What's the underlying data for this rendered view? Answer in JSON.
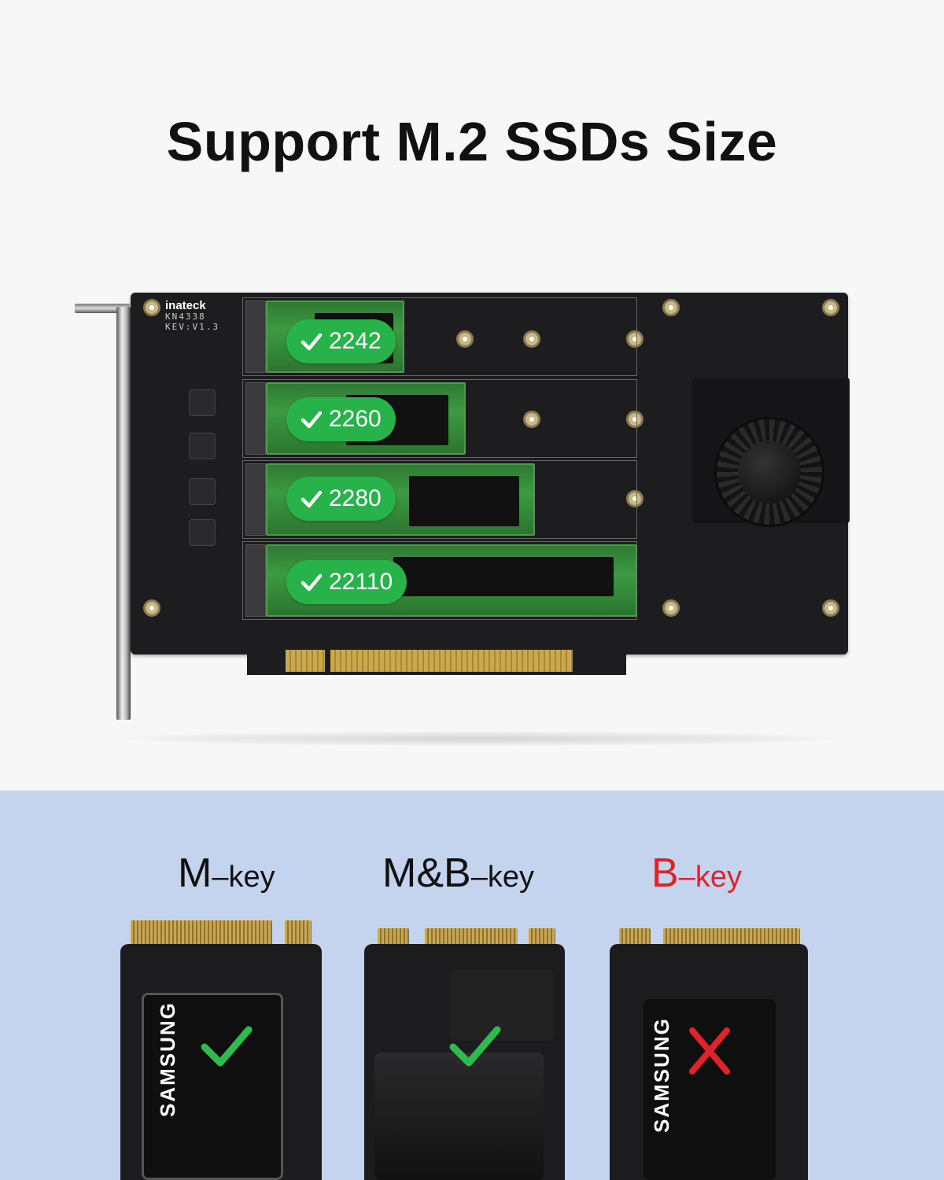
{
  "header": {
    "title": "Support M.2 SSDs Size"
  },
  "board": {
    "brand": "inateck",
    "model": "KN4338",
    "revision": "KEV:V1.3",
    "supported_sizes": [
      {
        "label": "2242",
        "icon": "check-icon"
      },
      {
        "label": "2260",
        "icon": "check-icon"
      },
      {
        "label": "2280",
        "icon": "check-icon"
      },
      {
        "label": "22110",
        "icon": "check-icon"
      }
    ],
    "badge_color": "#27b34a"
  },
  "key_types": [
    {
      "main": "M",
      "suffix": "–key",
      "supported": true,
      "mark_icon": "check-icon",
      "mark_color": "#2dbb4e",
      "drive_brand": "SAMSUNG"
    },
    {
      "main": "M&B",
      "suffix": "–key",
      "supported": true,
      "mark_icon": "check-icon",
      "mark_color": "#2dbb4e",
      "drive_brand": ""
    },
    {
      "main": "B",
      "suffix": "–key",
      "supported": false,
      "mark_icon": "cross-icon",
      "mark_color": "#e0232b",
      "drive_brand": "SAMSUNG"
    }
  ],
  "colors": {
    "top_background": "#f7f7f7",
    "bottom_background": "#c5d4ee",
    "unsupported_text": "#e0232b"
  }
}
